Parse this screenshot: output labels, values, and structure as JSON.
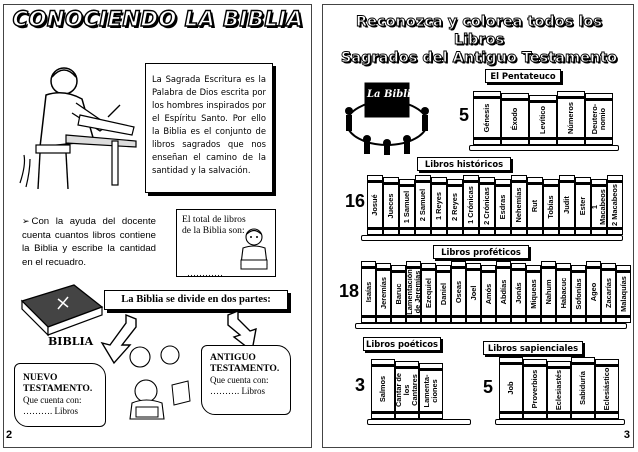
{
  "left_page": {
    "title": "CONOCIENDO LA BIBLIA",
    "definition": "La Sagrada Escritura es la Palabra de Dios escrita por los hombres inspirados por el Espíritu Santo. Por ello la Biblia es el conjunto de libros sagrados que nos enseñan el camino de la santidad y la salvación.",
    "instruction": "Con la ayuda del docente cuenta cuantos libros contiene la Biblia y escribe la cantidad en el recuadro.",
    "total_label": "El total de libros de la Biblia son:",
    "total_blank": "…………",
    "divide_banner": "La Biblia se divide en dos partes:",
    "book_label": "BIBLIA",
    "new_testament": {
      "name": "NUEVO TESTAMENTO.",
      "count_text": "Que cuenta con: ………. Libros"
    },
    "old_testament": {
      "name": "ANTIGUO TESTAMENTO.",
      "count_text": "Que cuenta con: ………. Libros"
    },
    "page_number": "2"
  },
  "right_page": {
    "title_line1": "Reconozca y colorea todos los Libros",
    "title_line2": "Sagrados del Antiguo Testamento",
    "logo_text": "La Biblia",
    "page_number": "3",
    "groups": {
      "pentateuco": {
        "label": "El Pentateuco",
        "count": "5",
        "books": [
          "Génesis",
          "Éxodo",
          "Levítico",
          "Números",
          "Deutero- nomio"
        ]
      },
      "historicos": {
        "label": "Libros históricos",
        "count": "16",
        "books": [
          "Josué",
          "Jueces",
          "1 Samuel",
          "2 Samuel",
          "1 Reyes",
          "2 Reyes",
          "1 Crónicas",
          "2 Crónicas",
          "Esdras",
          "Nehemías",
          "Rut",
          "Tobías",
          "Judit",
          "Ester",
          "1 Macabeos",
          "2 Macabeos"
        ]
      },
      "profeticos": {
        "label": "Libros proféticos",
        "count": "18",
        "books": [
          "Isaías",
          "Jeremías",
          "Baruc",
          "Lamentación de Jeremías",
          "Ezequiel",
          "Daniel",
          "Oseas",
          "Joel",
          "Amós",
          "Abdías",
          "Jonás",
          "Miqueas",
          "Nahum",
          "Habacuc",
          "Sofonías",
          "Ageo",
          "Zacarías",
          "Malaquías"
        ]
      },
      "poeticos": {
        "label": "Libros poéticos",
        "count": "3",
        "books": [
          "Salmos",
          "Cantar de los Cantares",
          "Lamenta- ciones"
        ]
      },
      "sapienciales": {
        "label": "Libros sapienciales",
        "count": "5",
        "books": [
          "Job",
          "Proverbios",
          "Eclesiastés",
          "Sabiduría",
          "Eclesiástico"
        ]
      }
    }
  }
}
